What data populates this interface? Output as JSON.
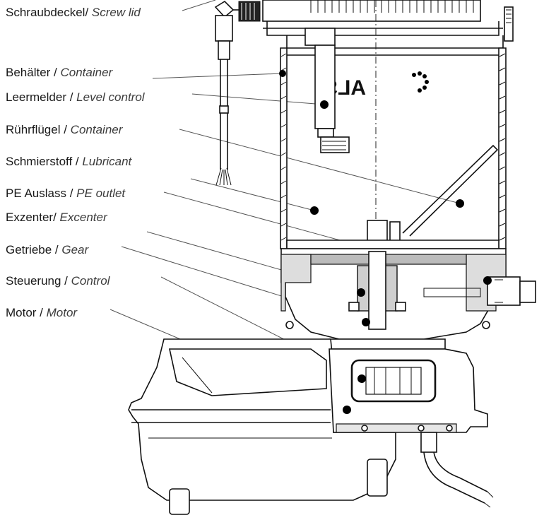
{
  "diagram": {
    "logo_text": "ALS",
    "labels": [
      {
        "id": "schraubdeckel",
        "de": "Schraubdeckel/ ",
        "en": "Screw lid"
      },
      {
        "id": "behaelter",
        "de": "Behälter / ",
        "en": "Container"
      },
      {
        "id": "leermelder",
        "de": "Leermelder / ",
        "en": "Level control"
      },
      {
        "id": "ruehrfluegel",
        "de": "Rührflügel / ",
        "en": "Container"
      },
      {
        "id": "schmierstoff",
        "de": "Schmierstoff / ",
        "en": "Lubricant"
      },
      {
        "id": "pe-auslass",
        "de": "PE Auslass  / ",
        "en": "PE outlet"
      },
      {
        "id": "exzenter",
        "de": "Exzenter/ ",
        "en": "Excenter"
      },
      {
        "id": "getriebe",
        "de": "Getriebe / ",
        "en": "Gear"
      },
      {
        "id": "steuerung",
        "de": "Steuerung / ",
        "en": "Control"
      },
      {
        "id": "motor",
        "de": "Motor / ",
        "en": "Motor"
      }
    ]
  }
}
